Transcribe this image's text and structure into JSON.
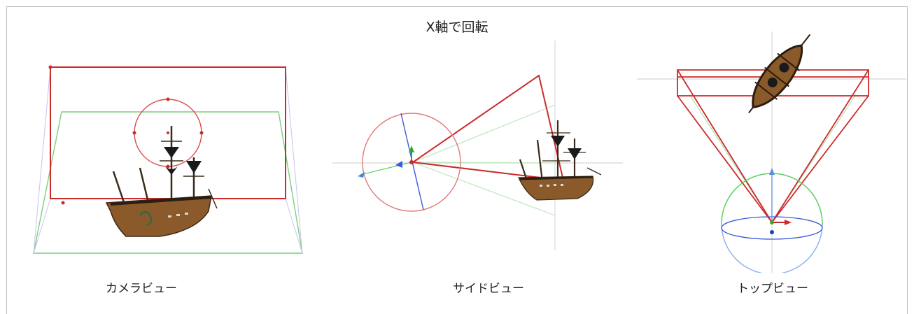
{
  "title": "X軸で回転",
  "views": [
    {
      "id": "camera",
      "label": "カメラビュー"
    },
    {
      "id": "side",
      "label": "サイドビュー"
    },
    {
      "id": "top",
      "label": "トップビュー"
    }
  ],
  "colors": {
    "frustum": "#cc2b2b",
    "green_guide": "#7ccf7c",
    "blue_guide": "#3a5bd9",
    "gray_guide": "#d0d0d0",
    "hull": "#8a5a2b",
    "sail": "#1a1a1a"
  }
}
